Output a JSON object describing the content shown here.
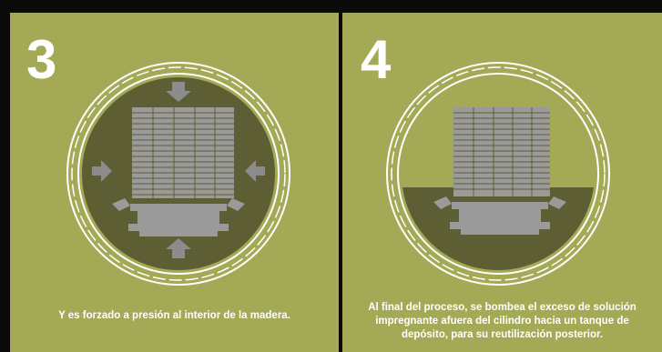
{
  "colors": {
    "panel_background": "#a3a955",
    "chamber_fill": "#5e5e35",
    "ring_stroke": "#ffffff",
    "wood_gray": "#9a9a9a",
    "arrow_gray": "#8c8c8c",
    "divider": "#0a0a0a"
  },
  "panels": [
    {
      "step": "3",
      "caption_lines": [
        "Y es forzado a presión al interior de la madera."
      ],
      "chamber_state": "full",
      "arrows": [
        "top",
        "left",
        "right",
        "bottom"
      ]
    },
    {
      "step": "4",
      "caption_lines": [
        "Al final del proceso, se bombea el exceso de solución",
        "impregnante afuera del cilindro hacia un tanque de",
        "depósito, para su reutilización posterior."
      ],
      "chamber_state": "lower",
      "arrows": []
    }
  ]
}
